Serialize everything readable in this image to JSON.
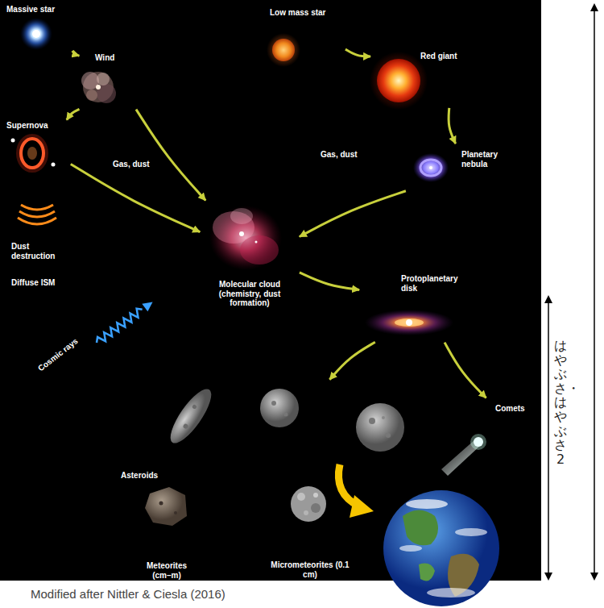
{
  "diagram": {
    "caption": "Modified after Nittler & Ciesla (2016)",
    "nodes": [
      {
        "text": [
          "Massive star"
        ]
      },
      {
        "text": [
          "Low mass star"
        ]
      },
      {
        "text": [
          "Red giant"
        ]
      },
      {
        "text": [
          "Wind"
        ]
      },
      {
        "text": [
          "Supernova"
        ]
      },
      {
        "text": [
          "Planetary nebula"
        ]
      },
      {
        "text": [
          "Molecular cloud (chemistry, dust formation)"
        ]
      },
      {
        "text": [
          "Protoplanetary disk"
        ]
      },
      {
        "text": [
          "Asteroids"
        ]
      },
      {
        "text": [
          "Comets"
        ]
      },
      {
        "text": [
          "Meteorites (cm–m)"
        ]
      },
      {
        "text": [
          "Micrometeorites (0.1 cm)"
        ]
      }
    ],
    "edges": [
      {
        "from": 0,
        "to": 3,
        "arrow": "to"
      },
      {
        "from": 3,
        "to": 4,
        "arrow": "to"
      },
      {
        "from": 3,
        "to": 6,
        "arrow": "to"
      },
      {
        "from": 4,
        "to": 6,
        "arrow": "to"
      },
      {
        "from": 1,
        "to": 2,
        "arrow": "to"
      },
      {
        "from": 2,
        "to": 5,
        "arrow": "to"
      },
      {
        "from": 5,
        "to": 6,
        "arrow": "to"
      },
      {
        "from": 6,
        "to": 7,
        "arrow": "to"
      },
      {
        "from": 7,
        "to": 8,
        "arrow": "to"
      },
      {
        "from": 7,
        "to": 9,
        "arrow": "to"
      }
    ],
    "labels": [
      "Gas, dust",
      "Gas, dust",
      "Dust destruction",
      "Diffuse ISM",
      "Cosmic rays",
      "はやぶさ・はやぶさ2"
    ]
  }
}
